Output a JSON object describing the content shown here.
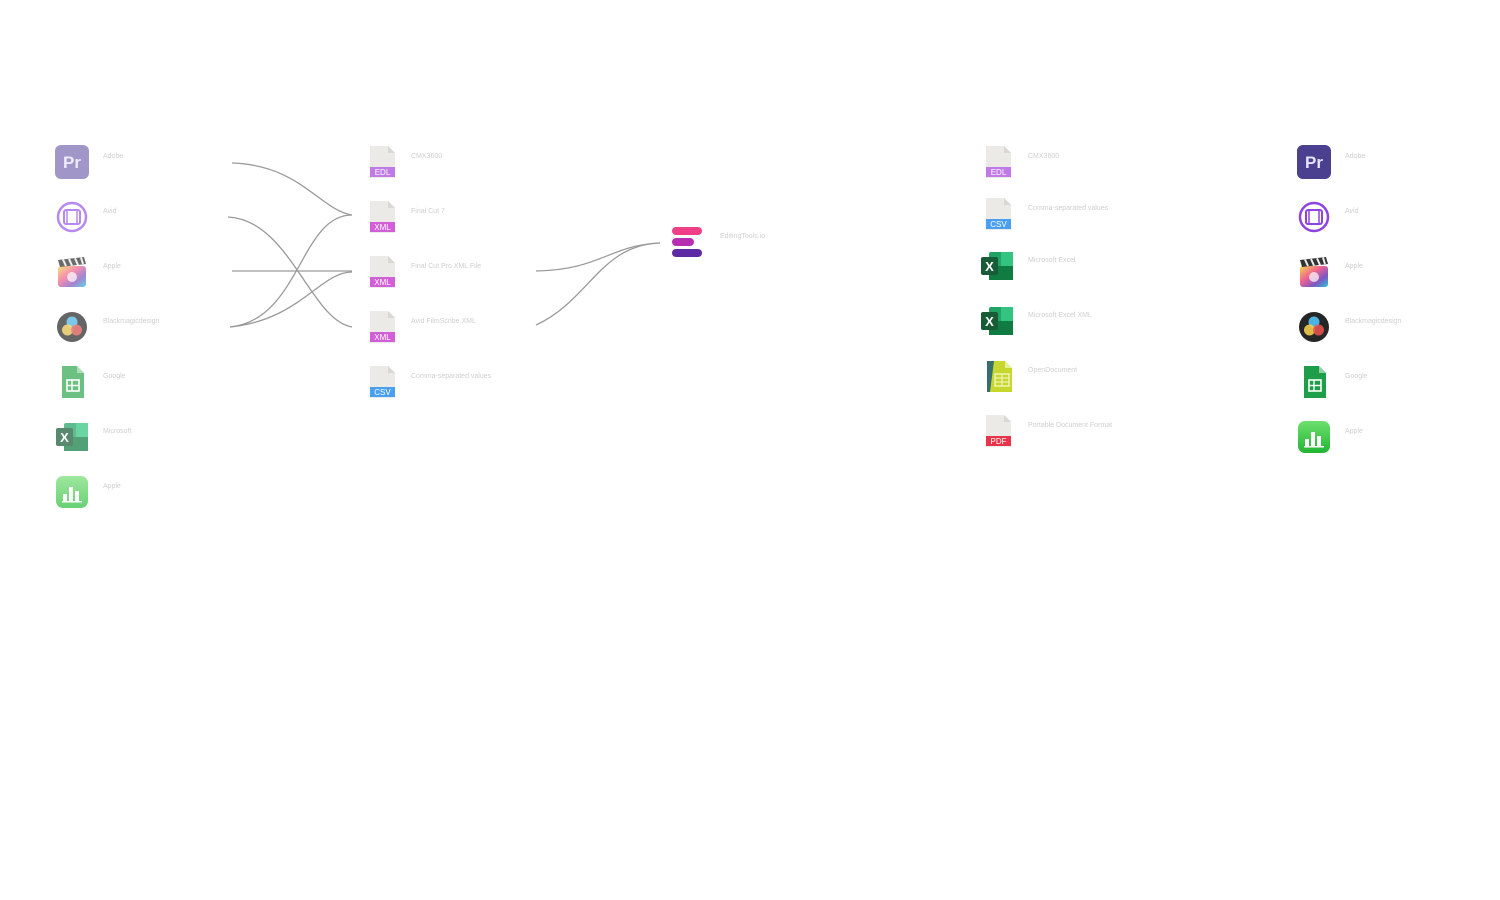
{
  "sources_apps": [
    {
      "name": "Adobe",
      "icon": "adobe-premiere-pro-icon"
    },
    {
      "name": "Avid",
      "icon": "avid-icon"
    },
    {
      "name": "Apple",
      "icon": "apple-final-cut-pro-icon"
    },
    {
      "name": "Blackmagicdesign",
      "icon": "davinci-resolve-icon"
    },
    {
      "name": "Google",
      "icon": "google-sheets-icon"
    },
    {
      "name": "Microsoft",
      "icon": "microsoft-excel-icon"
    },
    {
      "name": "Apple",
      "icon": "apple-numbers-icon"
    }
  ],
  "input_formats": [
    {
      "name": "CMX3600",
      "badge": "EDL",
      "badge_color": "#c07ae8"
    },
    {
      "name": "Final Cut 7",
      "badge": "XML",
      "badge_color": "#d35fd8"
    },
    {
      "name": "Final Cut Pro XML File",
      "badge": "XML",
      "badge_color": "#d35fd8"
    },
    {
      "name": "Avid FilmScribe XML",
      "badge": "XML",
      "badge_color": "#d35fd8"
    },
    {
      "name": "Comma-separated values",
      "badge": "CSV",
      "badge_color": "#4a9ff0"
    }
  ],
  "hub": {
    "name": "EditingTools.io",
    "icon": "editingtools-logo-icon"
  },
  "output_formats": [
    {
      "name": "CMX3600",
      "badge": "EDL",
      "badge_color": "#c07ae8"
    },
    {
      "name": "Comma-separated values",
      "badge": "CSV",
      "badge_color": "#4a9ff0"
    },
    {
      "name": "Microsoft Excel",
      "icon": "microsoft-excel-icon"
    },
    {
      "name": "Microsoft Excel XML",
      "icon": "microsoft-excel-icon"
    },
    {
      "name": "OpenDocument",
      "icon": "opendocument-spreadsheet-icon"
    },
    {
      "name": "Portable Document Format",
      "badge": "PDF",
      "badge_color": "#e8344a"
    }
  ],
  "target_apps": [
    {
      "name": "Adobe",
      "icon": "adobe-premiere-pro-icon"
    },
    {
      "name": "Avid",
      "icon": "avid-icon"
    },
    {
      "name": "Apple",
      "icon": "apple-final-cut-pro-icon"
    },
    {
      "name": "Blackmagicdesign",
      "icon": "davinci-resolve-icon"
    },
    {
      "name": "Google",
      "icon": "google-sheets-icon"
    },
    {
      "name": "Apple",
      "icon": "apple-numbers-icon"
    }
  ],
  "colors": {
    "link": "#999999",
    "hub_pink": "#ef3f87",
    "hub_magenta": "#b62fb0",
    "hub_purple": "#5b2aa4"
  }
}
